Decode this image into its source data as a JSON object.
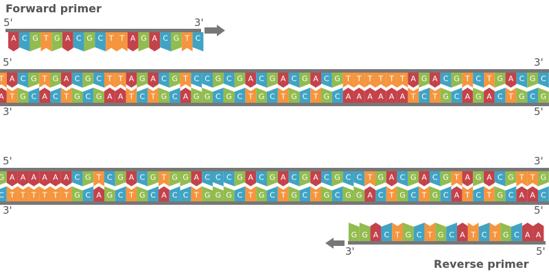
{
  "colors": {
    "A": "#c4424a",
    "C": "#40a3c4",
    "G": "#92bc4f",
    "T": "#f5953e",
    "backbone": "#777777",
    "label": "#555555"
  },
  "forward_primer": {
    "title": "Forward primer",
    "five_prime": "5'",
    "three_prime": "3'",
    "sequence": "ACGTGACGCTTAGACGTC"
  },
  "duplex_1": {
    "top_left": "5'",
    "top_right": "3'",
    "bottom_left": "3'",
    "bottom_right": "5'",
    "top_sequence": "TACGTGACGCTTAGACGTCCGCGACGACGACGTTTTTTAGACGTCTGACGC",
    "bottom_sequence": "ATGCACTGCGAATCTGCAGGCGCTGCTGCTGCAAAAAATCTGCAGACTGCG"
  },
  "duplex_2": {
    "top_left": "5'",
    "top_right": "3'",
    "bottom_left": "3'",
    "bottom_right": "5'",
    "top_sequence": "GAAAAAACGTCGACGTGGACCCGACGACGACGCCTGACGACGTAGACGTTG",
    "bottom_sequence": "CTTTTTTGCAGCTGCACCTGGGCTGCTGCTGCGGACTGCTGCATCTGCAAC"
  },
  "reverse_primer": {
    "title": "Reverse primer",
    "five_prime": "5'",
    "three_prime": "3'",
    "sequence": "GGACTGCTGCATCTGCAA"
  }
}
